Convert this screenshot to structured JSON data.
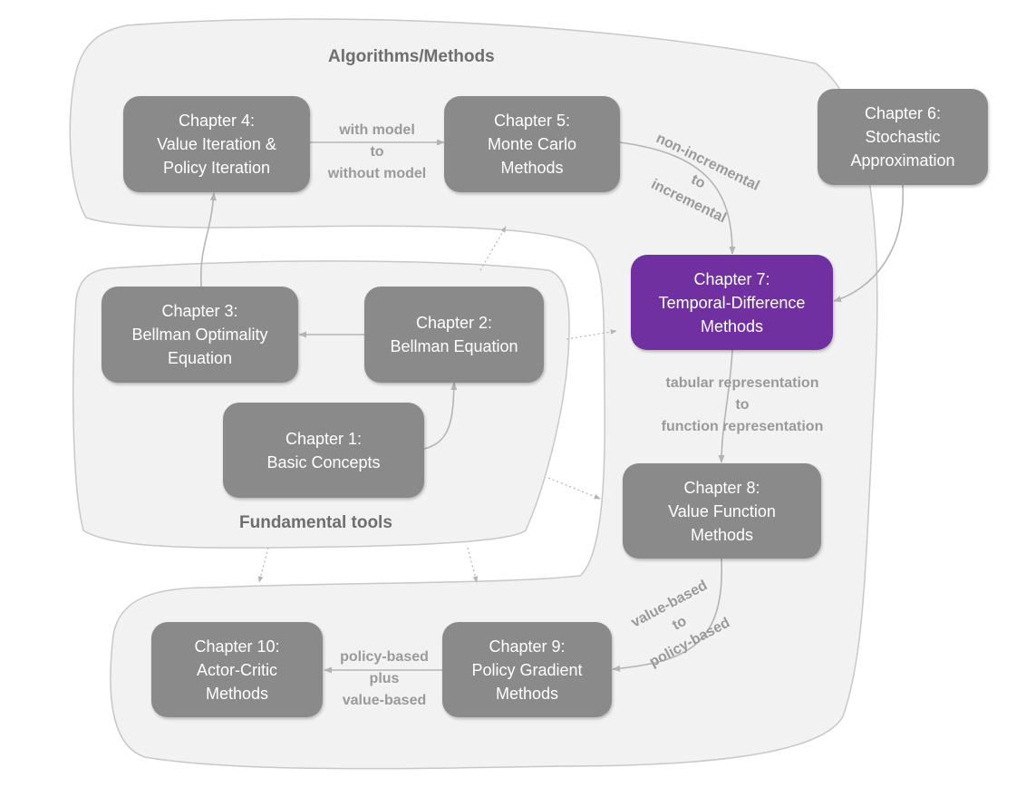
{
  "regions": {
    "algorithms": "Algorithms/Methods",
    "fundamental": "Fundamental tools"
  },
  "chapters": {
    "ch1": {
      "title": "Chapter 1:",
      "l1": "Basic Concepts"
    },
    "ch2": {
      "title": "Chapter 2:",
      "l1": "Bellman Equation"
    },
    "ch3": {
      "title": "Chapter 3:",
      "l1": "Bellman Optimality",
      "l2": "Equation"
    },
    "ch4": {
      "title": "Chapter 4:",
      "l1": "Value Iteration &",
      "l2": "Policy Iteration"
    },
    "ch5": {
      "title": "Chapter 5:",
      "l1": "Monte Carlo",
      "l2": "Methods"
    },
    "ch6": {
      "title": "Chapter 6:",
      "l1": "Stochastic",
      "l2": "Approximation"
    },
    "ch7": {
      "title": "Chapter 7:",
      "l1": "Temporal-Difference",
      "l2": "Methods"
    },
    "ch8": {
      "title": "Chapter 8:",
      "l1": "Value Function",
      "l2": "Methods"
    },
    "ch9": {
      "title": "Chapter 9:",
      "l1": "Policy Gradient",
      "l2": "Methods"
    },
    "ch10": {
      "title": "Chapter 10:",
      "l1": "Actor-Critic",
      "l2": "Methods"
    }
  },
  "edge_labels": {
    "model": [
      "with model",
      "to",
      "without model"
    ],
    "incremental": [
      "non-incremental",
      "to",
      "incremental"
    ],
    "representation": [
      "tabular representation",
      "to",
      "function representation"
    ],
    "policy": [
      "value-based",
      "to",
      "policy-based"
    ],
    "actor_critic": [
      "policy-based",
      "plus",
      "value-based"
    ]
  },
  "colors": {
    "box": "#8a8a8a",
    "highlight": "#7030a0",
    "region": "#f2f2f2",
    "region_border": "#c8c8c8",
    "arrow": "#b4b4b4",
    "label": "#9a9a9a",
    "title": "#6e6e6e"
  }
}
